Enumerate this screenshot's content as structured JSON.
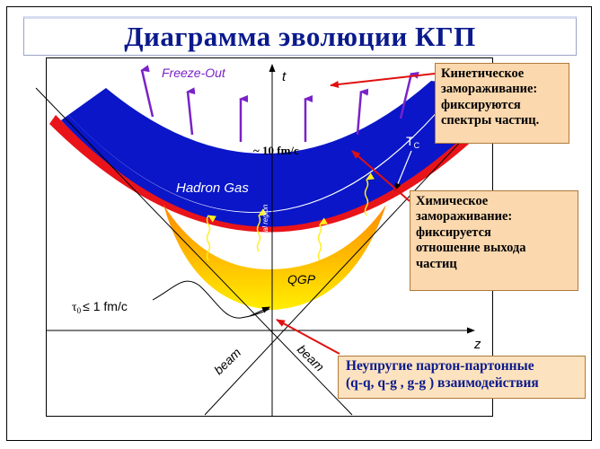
{
  "title": "Диаграмма эволюции КГП",
  "diagram": {
    "t_axis": "t",
    "z_axis": "z",
    "freeze_out": "Freeze-Out",
    "time_mark": "~ 10 fm/c",
    "tc_label": "T",
    "tc_sub": "C",
    "hadron_gas": "Hadron Gas",
    "central_region": "central region",
    "qgp": "QGP",
    "tau_label": "τ",
    "tau_sub": "0",
    "tau_rest": "≤ 1 fm/c",
    "beam_left": "beam",
    "beam_right": "beam"
  },
  "notes": {
    "kinetic": "Кинетическое\nзамораживание:\nфиксируются\nспектры частиц.",
    "chemical": "Химическое\nзамораживание:\nфиксируется\nотношение выхода\nчастиц",
    "inelastic": "Неупругие партон-партонные\n(q-q, q-g , g-g ) взаимодействия"
  },
  "colors": {
    "title": "#0a1a8c",
    "hadron_gas": "#0a16c8",
    "red_band": "#e8141a",
    "qgp_top": "#ff8a00",
    "qgp_bottom": "#ffee00",
    "freeze_arrows": "#7a22c8",
    "note_bg": "#fbd8ae",
    "pointer": "#e01010"
  }
}
